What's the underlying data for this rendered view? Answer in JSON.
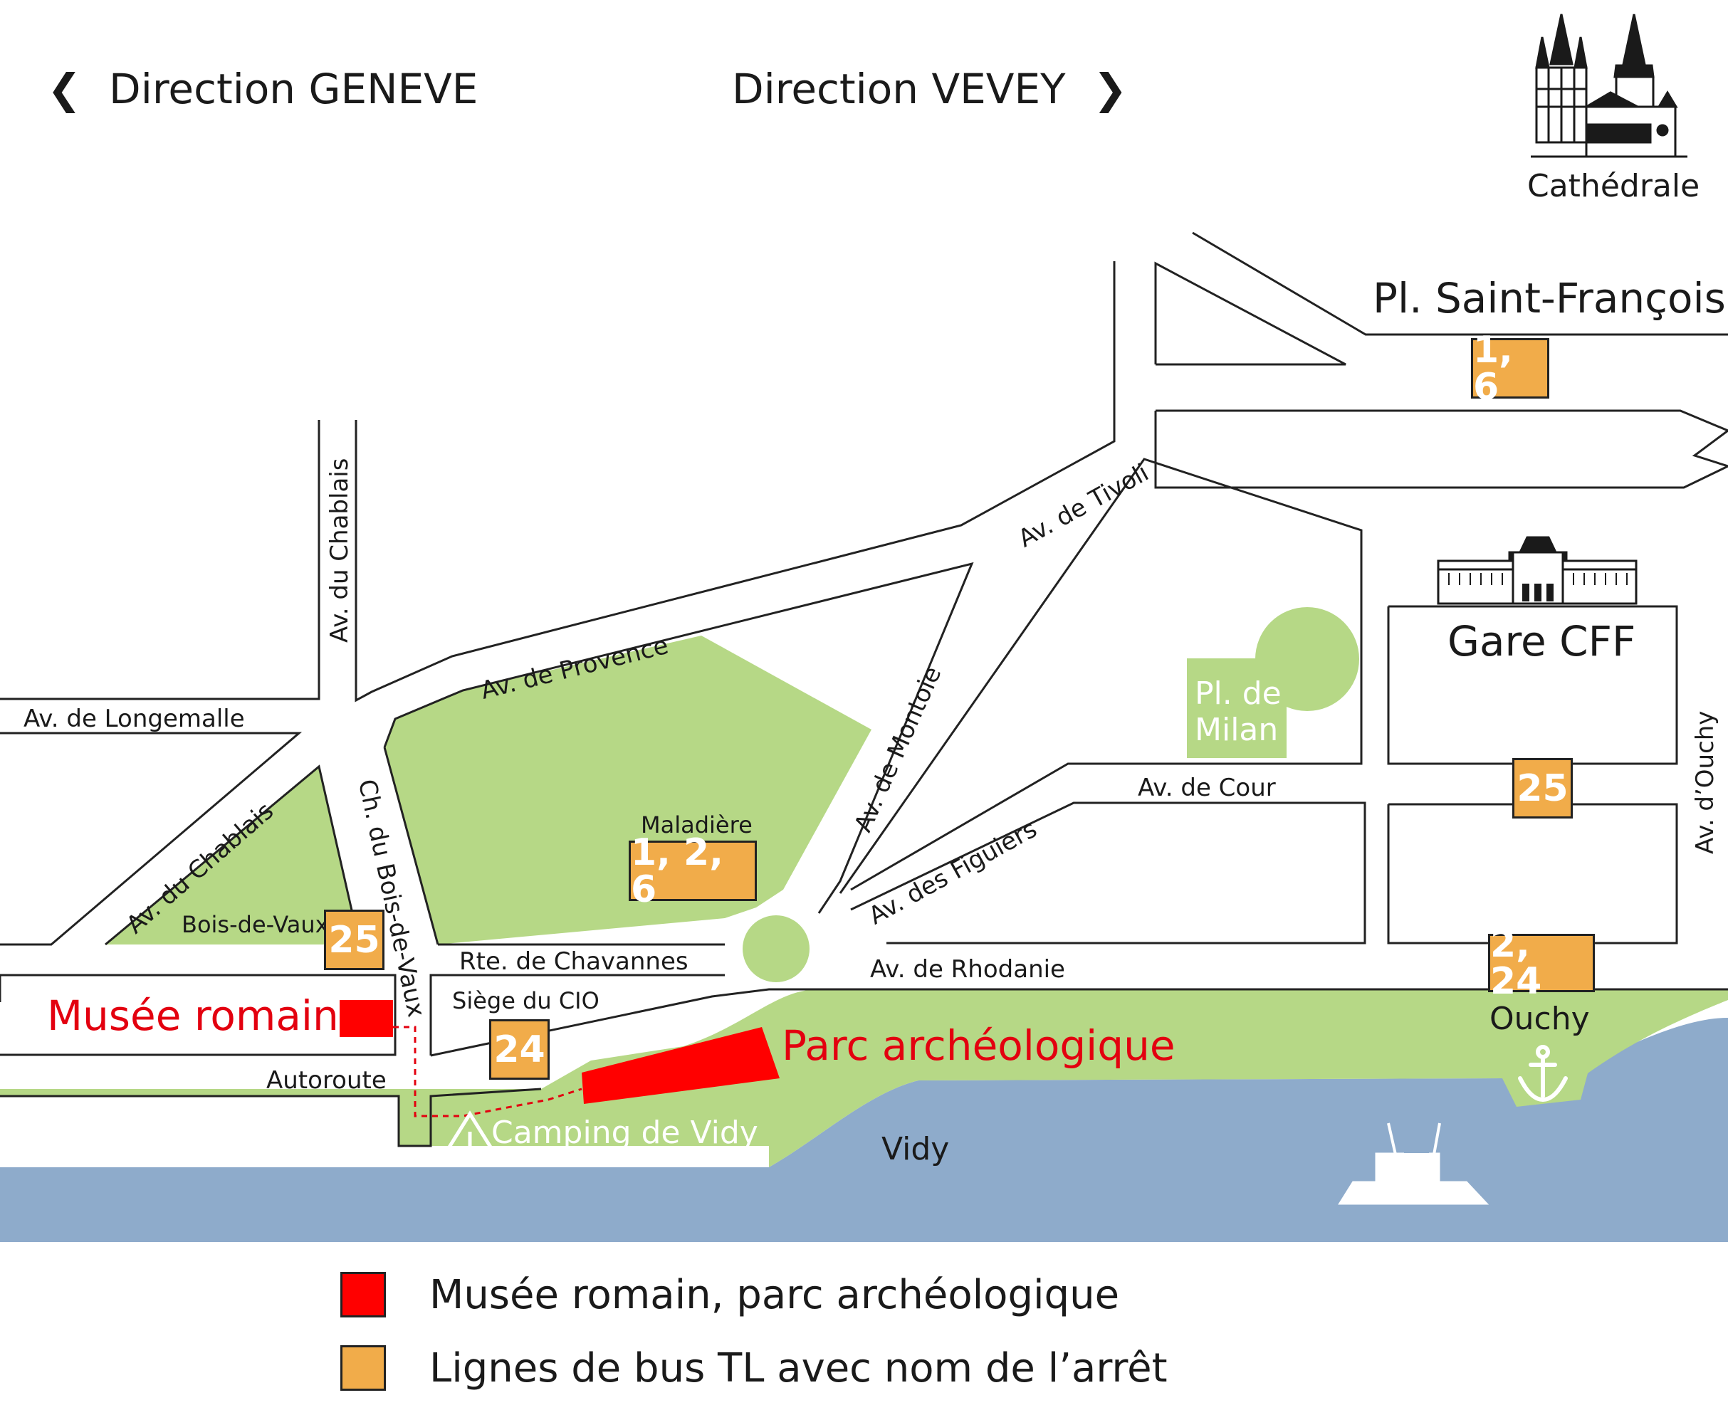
{
  "colors": {
    "lake": "#8eabcb",
    "park": "#b6d886",
    "road_outline": "#222222",
    "museum": "#ff0000",
    "bus": "#f1ac4a",
    "label_red": "#e3000f"
  },
  "directions": {
    "left": {
      "arrow": "❮",
      "label": "Direction GENEVE"
    },
    "right": {
      "label": "Direction VEVEY",
      "arrow": "❯"
    }
  },
  "landmarks": {
    "cathedral": {
      "icon": "cathedral-icon",
      "label": "Cathédrale"
    },
    "station": {
      "icon": "station-building-icon",
      "label": "Gare CFF"
    },
    "square": "Pl. Saint-François",
    "park_milan": {
      "line1": "Pl. de",
      "line2": "Milan"
    },
    "museum": "Musée romain",
    "archaeo_park": "Parc archéologique",
    "camping": {
      "icon": "tent-icon",
      "label": "Camping de Vidy"
    },
    "vidy": "Vidy",
    "ouchy": {
      "label": "Ouchy",
      "icon": "anchor-icon"
    },
    "boat_icon": "boat-icon"
  },
  "streets": {
    "chablais_vertical": "Av. du Chablais",
    "longemalle": "Av. de Longemalle",
    "provence": "Av. de Provence",
    "tivoli": "Av. de Tivoli",
    "montoie": "Av. de Montoie",
    "chablais_diagonal": "Av. du Chablais",
    "bois_de_vaux": "Ch. du Bois-de-Vaux",
    "chavannes": "Rte. de Chavannes",
    "autoroute": "Autoroute",
    "figuiers": "Av. des Figuiers",
    "cour": "Av. de Cour",
    "rhodanie": "Av. de Rhodanie",
    "ouchy_av": "Av. d’Ouchy"
  },
  "bus_stops": {
    "saint_francois": {
      "lines": "1, 6"
    },
    "maladiere": {
      "name": "Maladière",
      "lines": "1, 2, 6"
    },
    "bois_de_vaux": {
      "name": "Bois-de-Vaux",
      "lines": "25"
    },
    "cio": {
      "name": "Siège du CIO",
      "lines": "24"
    },
    "gare": {
      "lines": "25"
    },
    "ouchy": {
      "lines": "2, 24"
    }
  },
  "legend": {
    "museum_item": "Musée romain, parc archéologique",
    "bus_item": "Lignes de bus TL avec nom de l’arrêt"
  }
}
